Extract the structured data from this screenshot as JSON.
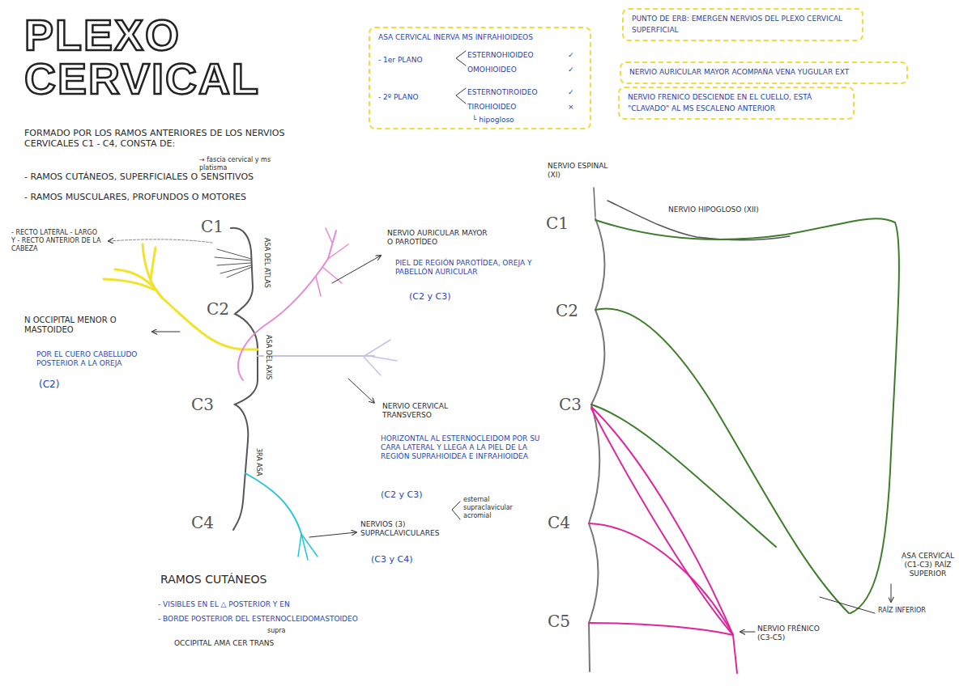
{
  "diagram": {
    "title": "PLEXO CERVICAL",
    "nodes": [
      {
        "text": [
          "ASA CERVICAL INERVA MS INFRAHIOIDEOS",
          "- 1er PLANO",
          "ESTERNOHIOIDEO",
          "✓",
          "OMOHIOIDEO",
          "✓",
          "- 2º PLANO",
          "ESTERNOTIROIDEO",
          "✓",
          "TIROHIOIDEO",
          "×",
          "└ hipogloso"
        ]
      },
      {
        "text": [
          "PUNTO DE ERB: EMERGEN NERVIOS DEL PLEXO CERVICAL SUPERFICIAL"
        ]
      },
      {
        "text": [
          "NERVIO AURICULAR MAYOR ACOMPAÑA VENA YUGULAR EXT"
        ]
      },
      {
        "text": [
          "NERVIO FRENICO DESCIENDE EN EL CUELLO, ESTÁ \"CLAVADO\" AL MS ESCALENO ANTERIOR"
        ]
      }
    ],
    "labels": [
      "FORMADO POR LOS RAMOS ANTERIORES DE LOS NERVIOS CERVICALES C1 - C4, CONSTA DE:",
      "→ fascia cervical y ms platisma",
      "- RAMOS CUTÁNEOS, SUPERFICIALES O SENSITIVOS",
      "- RAMOS MUSCULARES, PROFUNDOS O MOTORES",
      "- RECTO LATERAL - LARGO Y - RECTO ANTERIOR DE LA CABEZA",
      "C1",
      "ASA DEL ATLAS",
      "C2",
      "ASA DEL AXIS",
      "C3",
      "3RA ASA",
      "C4",
      "N OCCIPITAL MENOR O MASTOIDEO",
      "POR EL CUERO CABELLUDO POSTERIOR A LA OREJA",
      "(C2)",
      "NERVIO AURICULAR MAYOR O PAROTÍDEO",
      "PIEL DE REGIÓN PAROTÍDEA, OREJA Y PABELLÓN AURICULAR",
      "(C2 y C3)",
      "NERVIO CERVICAL TRANSVERSO",
      "HORIZONTAL AL ESTERNOCLEIDOM POR SU CARA LATERAL Y LLEGA A LA PIEL DE LA REGIÓN SUPRAHIOIDEA E INFRAHIOIDEA",
      "(C2 y C3)",
      "esternal supraclavicular acromial",
      "NERVIOS (3) SUPRACLAVICULARES",
      "(C3 y C4)",
      "RAMOS CUTÁNEOS",
      "- VISIBLES EN EL △ POSTERIOR Y EN",
      "- BORDE POSTERIOR DEL ESTERNOCLEIDOMASTOIDEO",
      "supra",
      "OCCIPITAL AMA CER TRANS",
      "NERVIO ESPINAL (XI)",
      "NERVIO HIPOGLOSO (XII)",
      "C1",
      "C2",
      "C3",
      "C4",
      "C5",
      "ASA CERVICAL (C1-C3) RAÍZ SUPERIOR",
      "RAÍZ INFERIOR",
      "NERVIO FRÉNICO (C3-C5)"
    ]
  }
}
